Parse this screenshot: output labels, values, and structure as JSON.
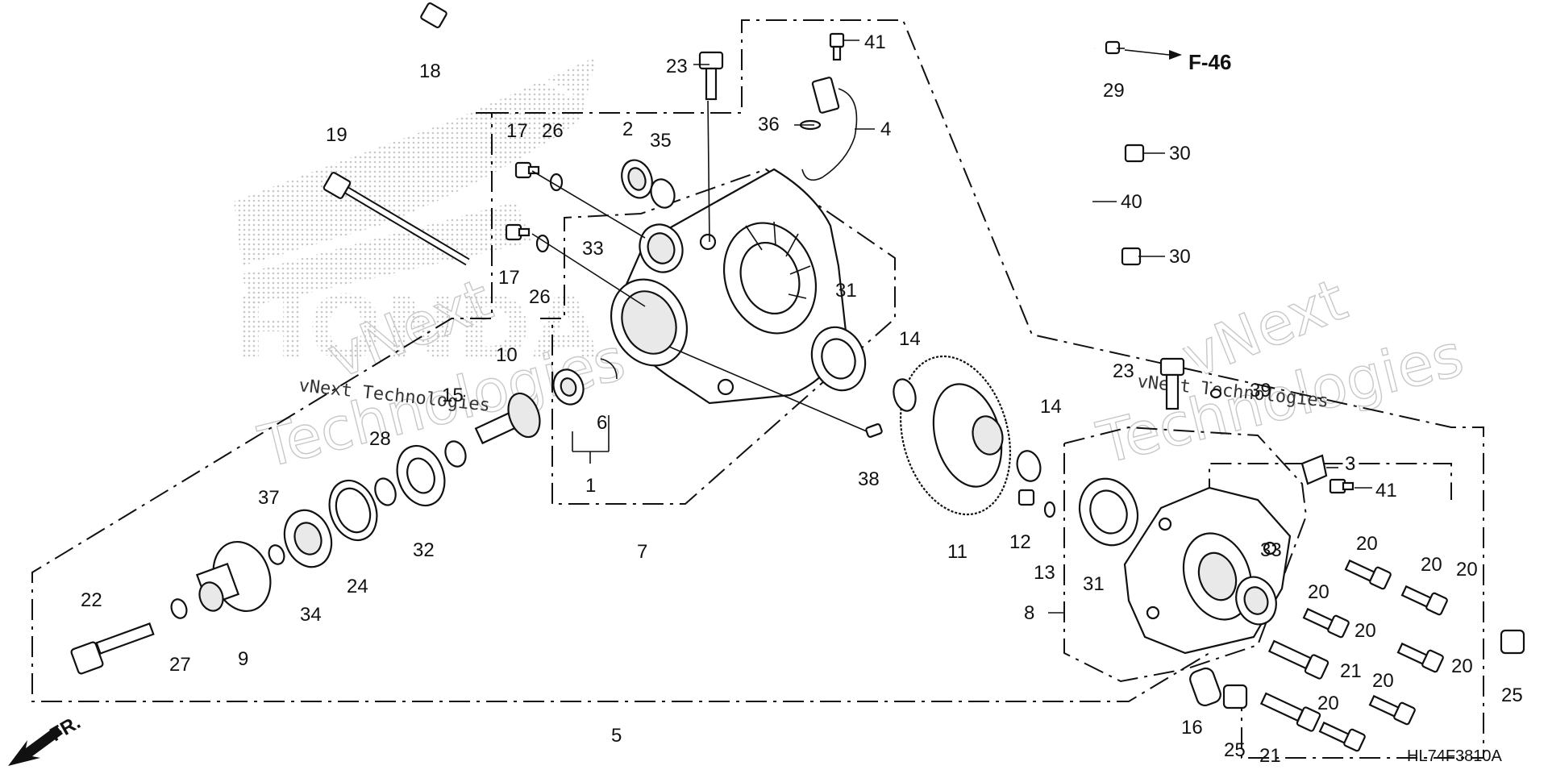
{
  "diagram": {
    "callouts": {
      "c1": "1",
      "c2": "2",
      "c3": "3",
      "c4": "4",
      "c5": "5",
      "c6": "6",
      "c7": "7",
      "c8": "8",
      "c9": "9",
      "c10": "10",
      "c11": "11",
      "c12": "12",
      "c13": "13",
      "c14a": "14",
      "c14b": "14",
      "c15": "15",
      "c16": "16",
      "c17a": "17",
      "c17b": "17",
      "c18": "18",
      "c19": "19",
      "c20a": "20",
      "c20b": "20",
      "c20c": "20",
      "c20d": "20",
      "c20e": "20",
      "c20f": "20",
      "c20g": "20",
      "c20h": "20",
      "c21a": "21",
      "c21b": "21",
      "c22": "22",
      "c23a": "23",
      "c23b": "23",
      "c24": "24",
      "c25a": "25",
      "c25b": "25",
      "c26a": "26",
      "c26b": "26",
      "c27": "27",
      "c28": "28",
      "c29": "29",
      "c30a": "30",
      "c30b": "30",
      "c31a": "31",
      "c31b": "31",
      "c32": "32",
      "c33a": "33",
      "c33b": "33",
      "c34": "34",
      "c35": "35",
      "c36": "36",
      "c37": "37",
      "c38": "38",
      "c39": "39",
      "c40": "40",
      "c41a": "41",
      "c41b": "41"
    },
    "reference_label": "F-46",
    "front_marker": "FR.",
    "diagram_code": "HL74F3810A",
    "watermark": {
      "line1": "vNext",
      "line2": "Technologies",
      "small": "vNext Technologies",
      "logo": "HONDA"
    }
  }
}
